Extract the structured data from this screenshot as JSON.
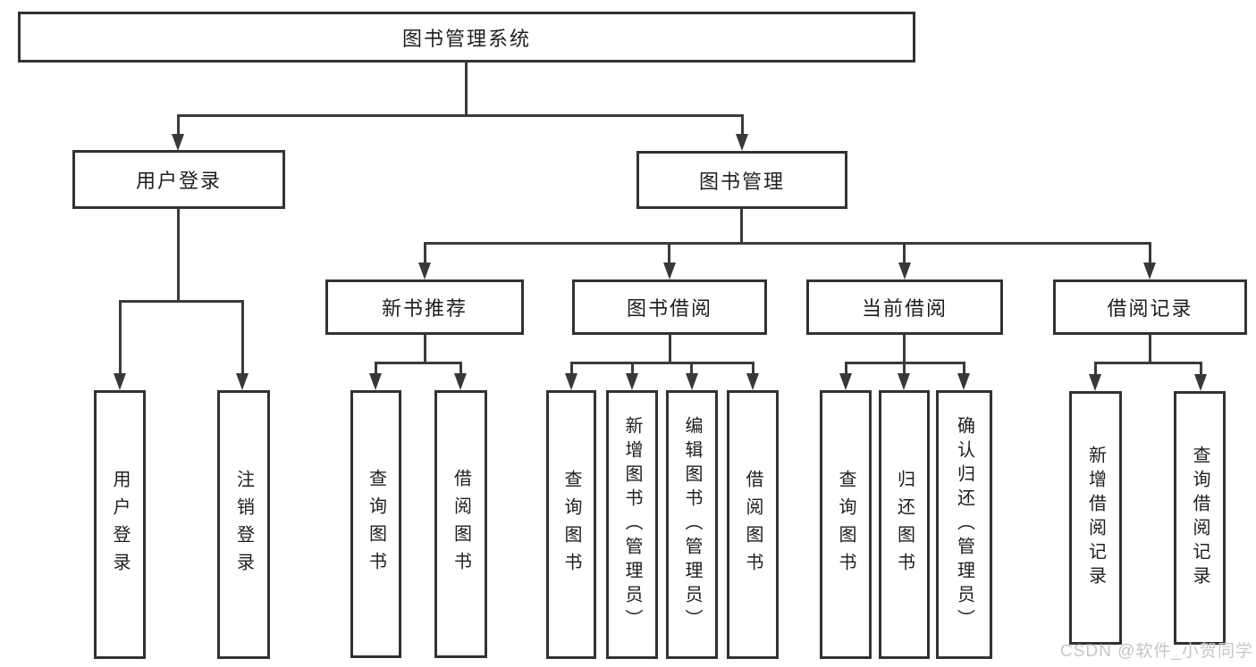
{
  "diagram_type": "hierarchy-tree",
  "tree": {
    "root": {
      "label": "图书管理系统"
    },
    "branches": [
      {
        "label": "用户登录",
        "children": [
          {
            "label": "用户登录"
          },
          {
            "label": "注销登录"
          }
        ]
      },
      {
        "label": "图书管理",
        "children": [
          {
            "label": "新书推荐",
            "children": [
              {
                "label": "查询图书"
              },
              {
                "label": "借阅图书"
              }
            ]
          },
          {
            "label": "图书借阅",
            "children": [
              {
                "label": "查询图书"
              },
              {
                "label": "新增图书（管理员）"
              },
              {
                "label": "编辑图书（管理员）"
              },
              {
                "label": "借阅图书"
              }
            ]
          },
          {
            "label": "当前借阅",
            "children": [
              {
                "label": "查询图书"
              },
              {
                "label": "归还图书"
              },
              {
                "label": "确认归还（管理员）"
              }
            ]
          },
          {
            "label": "借阅记录",
            "children": [
              {
                "label": "新增借阅记录"
              },
              {
                "label": "查询借阅记录"
              }
            ]
          }
        ]
      }
    ]
  },
  "colors": {
    "line": "#3a3a3a",
    "box_border": "#323232",
    "text": "#1e1e1e",
    "watermark": "#c6c6c6",
    "background": "#ffffff"
  },
  "watermark": {
    "text": "CSDN @软件_小贺同学"
  }
}
